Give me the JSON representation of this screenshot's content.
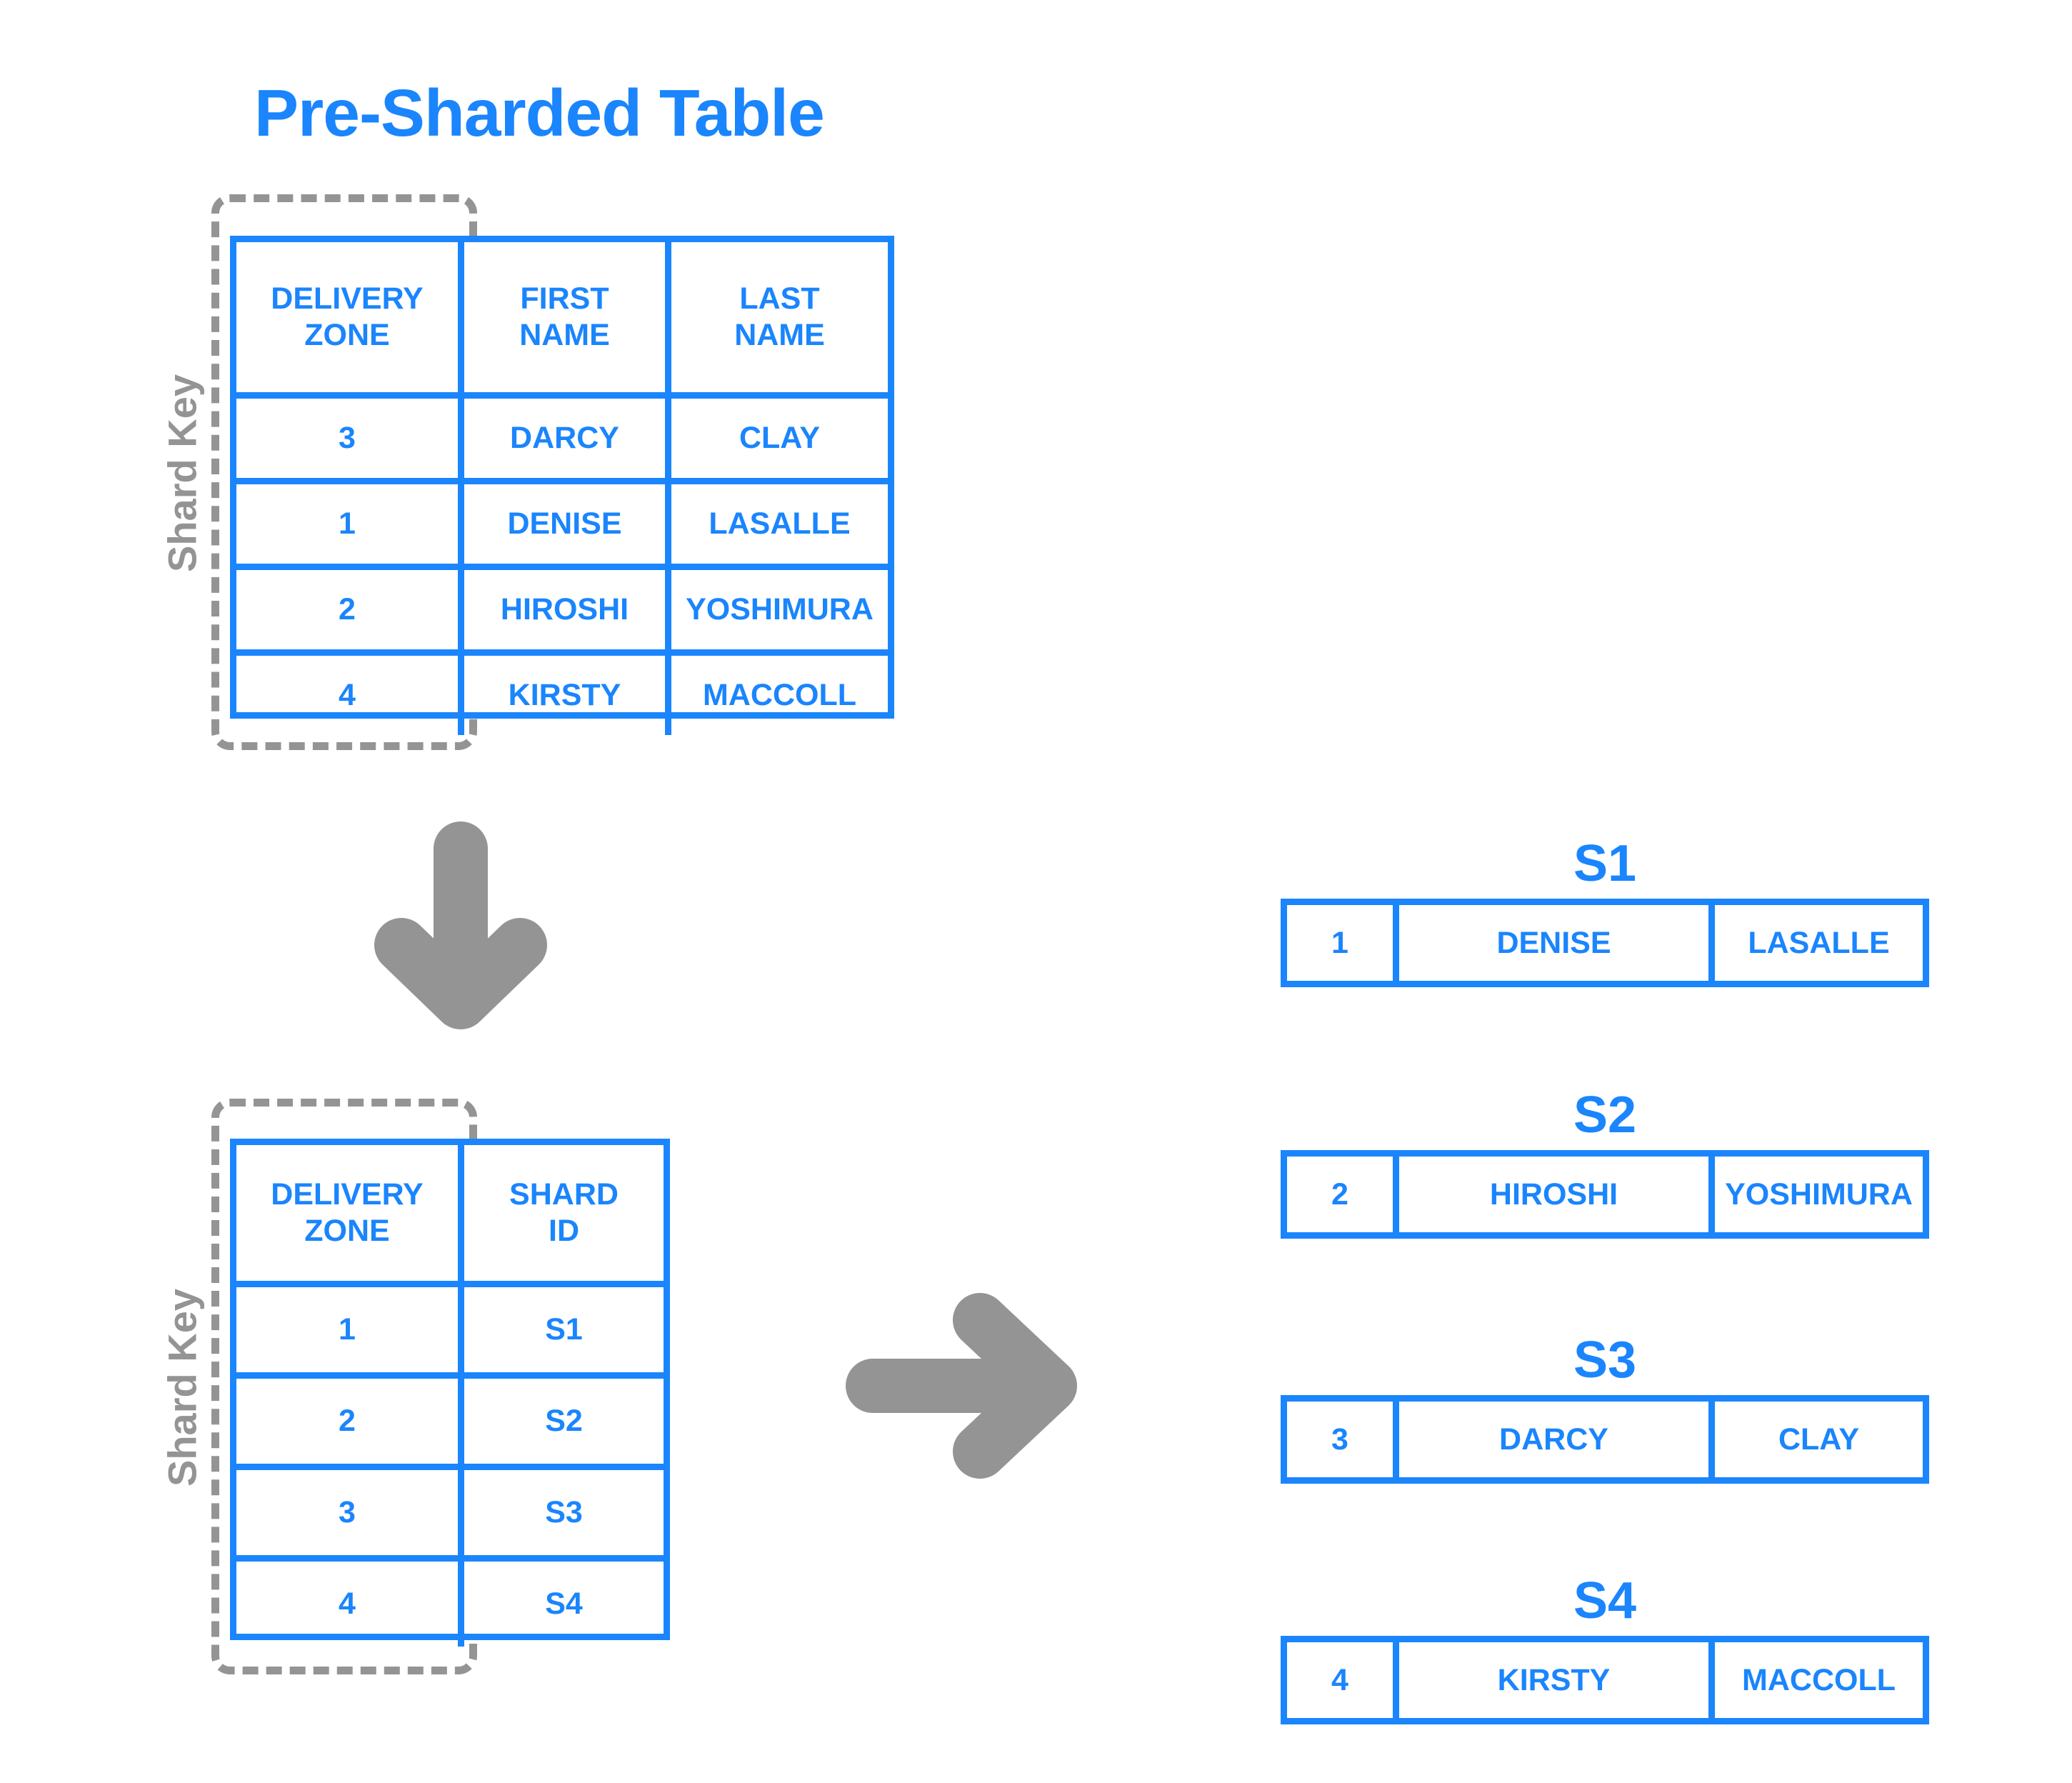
{
  "title": "Pre-Sharded Table",
  "shard_key_label": "Shard Key",
  "colors": {
    "blue": "#1a85fd",
    "gray": "#949494",
    "background": "#ffffff"
  },
  "original_table": {
    "headers": [
      "DELIVERY ZONE",
      "FIRST NAME",
      "LAST NAME"
    ],
    "header_lines": [
      [
        "DELIVERY",
        "ZONE"
      ],
      [
        "FIRST",
        "NAME"
      ],
      [
        "LAST",
        "NAME"
      ]
    ],
    "rows": [
      [
        "3",
        "DARCY",
        "CLAY"
      ],
      [
        "1",
        "DENISE",
        "LASALLE"
      ],
      [
        "2",
        "HIROSHI",
        "YOSHIMURA"
      ],
      [
        "4",
        "KIRSTY",
        "MACCOLL"
      ]
    ]
  },
  "mapping_table": {
    "headers": [
      "DELIVERY ZONE",
      "SHARD ID"
    ],
    "header_lines": [
      [
        "DELIVERY",
        "ZONE"
      ],
      [
        "SHARD",
        "ID"
      ]
    ],
    "rows": [
      [
        "1",
        "S1"
      ],
      [
        "2",
        "S2"
      ],
      [
        "3",
        "S3"
      ],
      [
        "4",
        "S4"
      ]
    ]
  },
  "shards": [
    {
      "label": "S1",
      "row": [
        "1",
        "DENISE",
        "LASALLE"
      ]
    },
    {
      "label": "S2",
      "row": [
        "2",
        "HIROSHI",
        "YOSHIMURA"
      ]
    },
    {
      "label": "S3",
      "row": [
        "3",
        "DARCY",
        "CLAY"
      ]
    },
    {
      "label": "S4",
      "row": [
        "4",
        "KIRSTY",
        "MACCOLL"
      ]
    }
  ],
  "arrows": {
    "down": "down-arrow",
    "right": "right-arrow"
  }
}
